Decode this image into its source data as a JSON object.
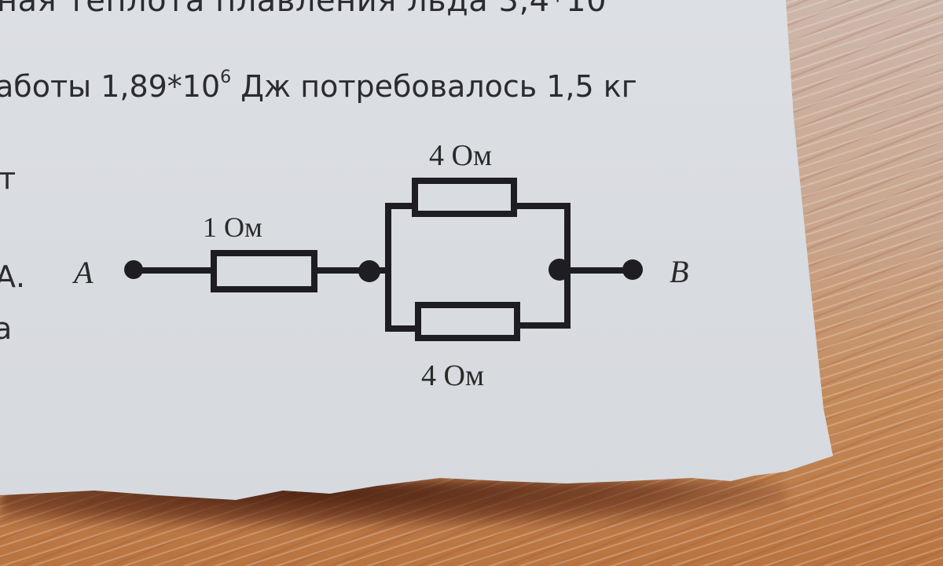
{
  "document": {
    "text_lines": {
      "line1": "ная теплота плавления льда 3,4*10",
      "line2_prefix": "аботы 1,89*10",
      "line2_exponent": "6",
      "line2_suffix": " Дж потребовалось 1,5 кг",
      "fragment_1": "т",
      "fragment_2": "А.",
      "fragment_3": "а"
    }
  },
  "circuit": {
    "terminal_a": "A",
    "terminal_b": "B",
    "resistors": [
      {
        "id": "R1",
        "label": "1 Ом",
        "value_ohm": 1,
        "position": "series"
      },
      {
        "id": "R2",
        "label": "4 Ом",
        "value_ohm": 4,
        "position": "parallel-top"
      },
      {
        "id": "R3",
        "label": "4 Ом",
        "value_ohm": 4,
        "position": "parallel-bottom"
      }
    ]
  },
  "colors": {
    "paper": "#d9dce0",
    "ink": "#1e1e22",
    "wood_light": "#cdb7ab",
    "wood_dark": "#b9733f"
  }
}
